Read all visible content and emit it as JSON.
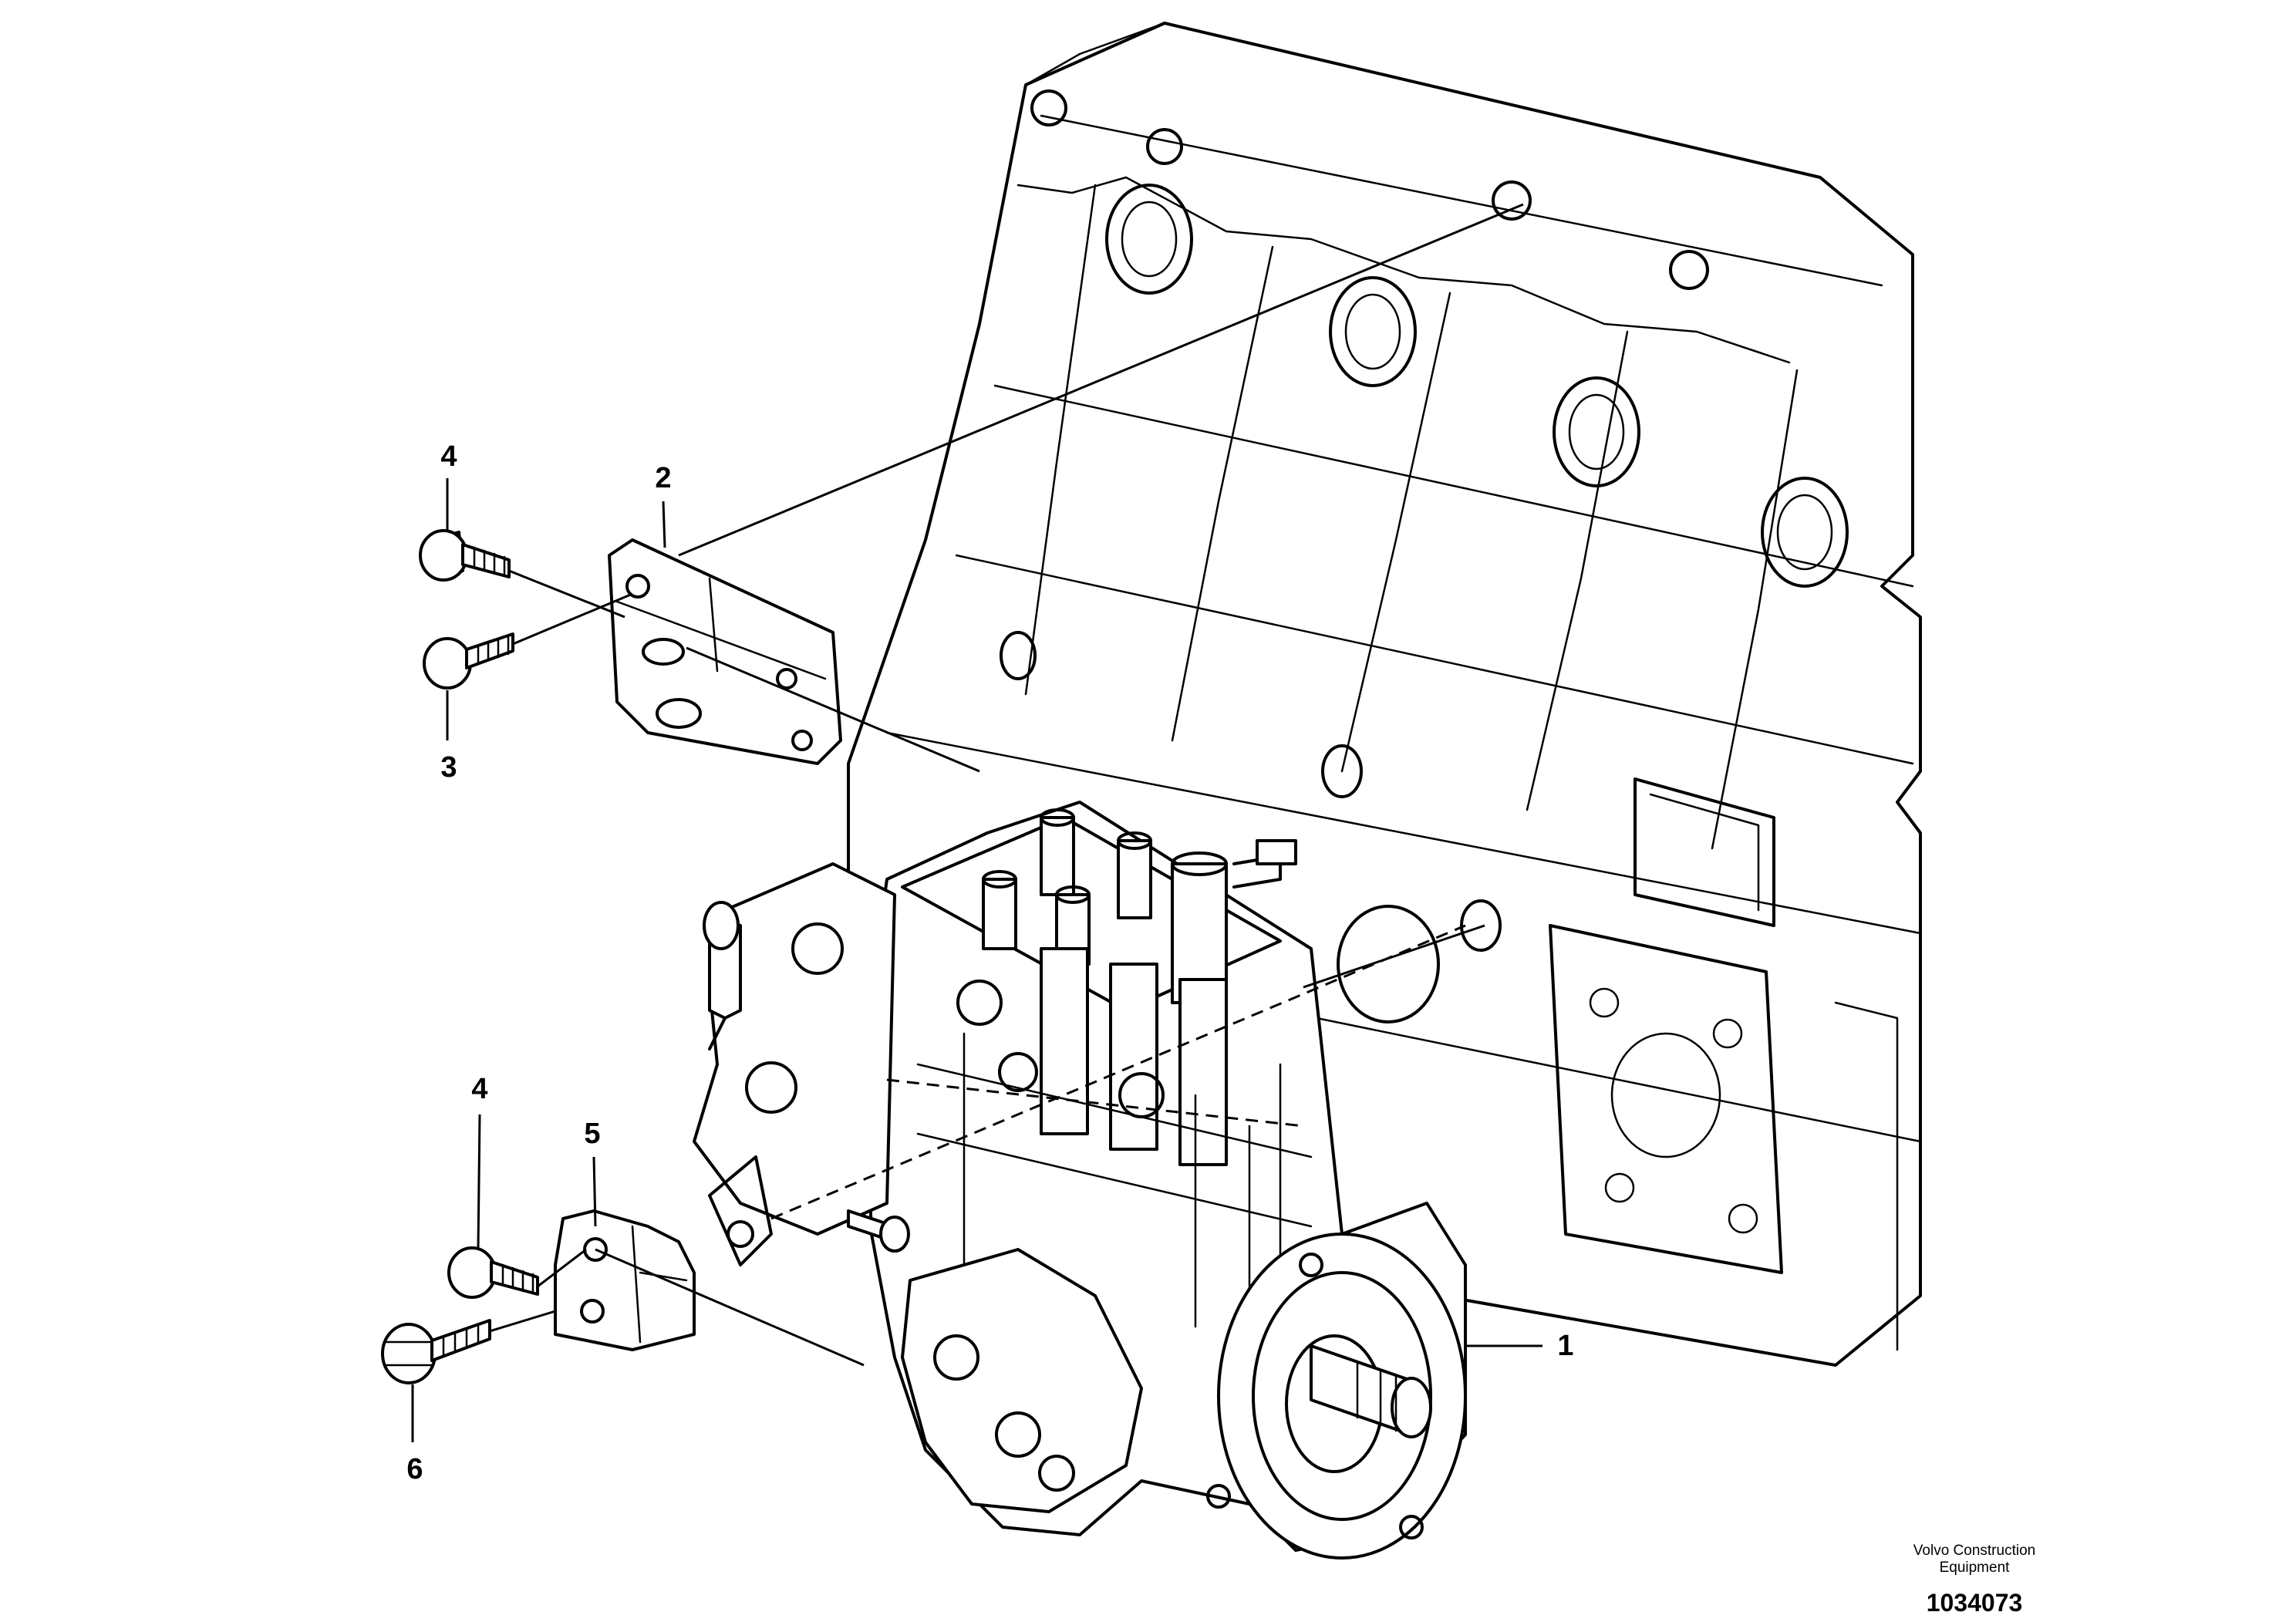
{
  "callouts": [
    {
      "id": "1",
      "label": "1"
    },
    {
      "id": "2",
      "label": "2"
    },
    {
      "id": "3",
      "label": "3"
    },
    {
      "id": "4a",
      "label": "4"
    },
    {
      "id": "4b",
      "label": "4"
    },
    {
      "id": "5",
      "label": "5"
    },
    {
      "id": "6",
      "label": "6"
    }
  ],
  "credit": {
    "line1": "Volvo Construction",
    "line2": "Equipment",
    "drawing_number": "1034073"
  }
}
